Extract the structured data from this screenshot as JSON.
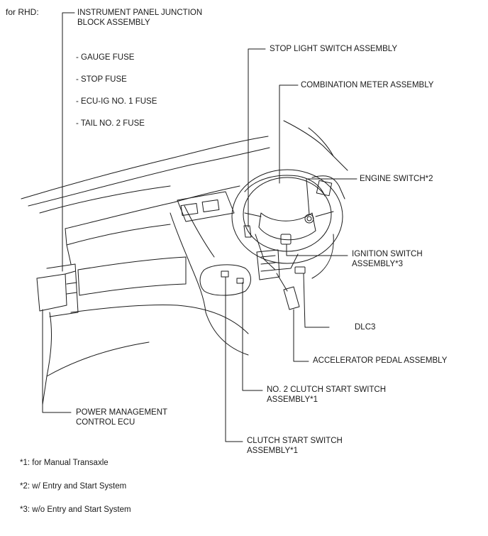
{
  "header": {
    "title": "for RHD:"
  },
  "labels": {
    "instrument_panel_jb": {
      "lines": [
        "INSTRUMENT PANEL JUNCTION",
        "BLOCK ASSEMBLY"
      ]
    },
    "stop_light_switch": {
      "lines": [
        "STOP LIGHT SWITCH ASSEMBLY"
      ]
    },
    "combination_meter": {
      "lines": [
        "COMBINATION METER ASSEMBLY"
      ]
    },
    "engine_switch": {
      "lines": [
        "ENGINE SWITCH*2"
      ]
    },
    "ignition_switch": {
      "lines": [
        "IGNITION SWITCH",
        "ASSEMBLY*3"
      ]
    },
    "dlc3": {
      "lines": [
        "DLC3"
      ]
    },
    "accelerator_pedal": {
      "lines": [
        "ACCELERATOR PEDAL ASSEMBLY"
      ]
    },
    "no2_clutch_start_switch": {
      "lines": [
        "NO. 2 CLUTCH START SWITCH",
        "ASSEMBLY*1"
      ]
    },
    "power_management_ecu": {
      "lines": [
        "POWER MANAGEMENT",
        "CONTROL ECU"
      ]
    },
    "clutch_start_switch": {
      "lines": [
        "CLUTCH START SWITCH",
        "ASSEMBLY*1"
      ]
    }
  },
  "fuses": [
    "- GAUGE FUSE",
    "- STOP FUSE",
    "- ECU-IG NO. 1 FUSE",
    "- TAIL NO. 2 FUSE"
  ],
  "footnotes": [
    "*1: for Manual Transaxle",
    "*2: w/ Entry and Start System",
    "*3: w/o Entry and Start System"
  ],
  "colors": {
    "line": "#1a1a1a",
    "background": "#ffffff"
  }
}
